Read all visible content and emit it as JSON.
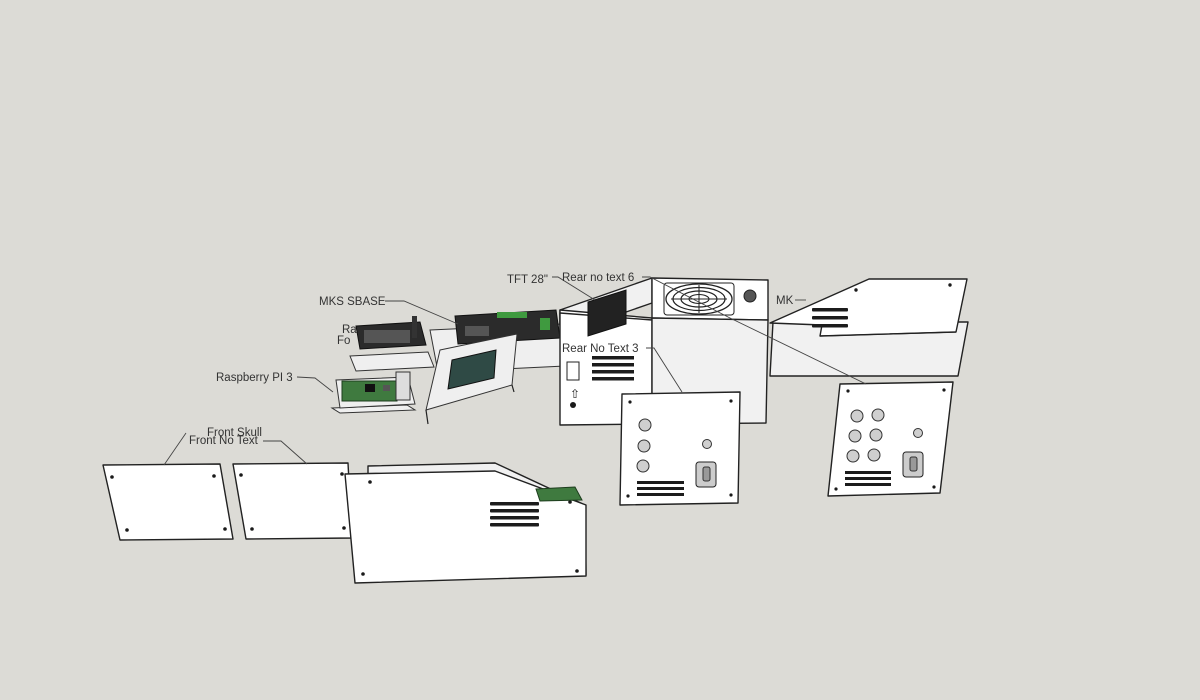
{
  "labels": {
    "mks_sbase": "MKS SBASE",
    "raspberry_pi": "Raspberry PI 3",
    "ra_partial": "Ra",
    "fo_partial": "Fo",
    "tft": "TFT 28\"",
    "rear_no_text_6": "Rear no text 6",
    "rear_no_text_3": "Rear No Text 3",
    "mk_partial": "MK",
    "front_skull": "Front Skull",
    "front_no_text": "Front No Text"
  },
  "colors": {
    "background": "#dcdbd6",
    "panel": "#ffffff",
    "outline": "#222222",
    "pcb_green": "#3f7a3f",
    "screen": "#2f4a45"
  }
}
